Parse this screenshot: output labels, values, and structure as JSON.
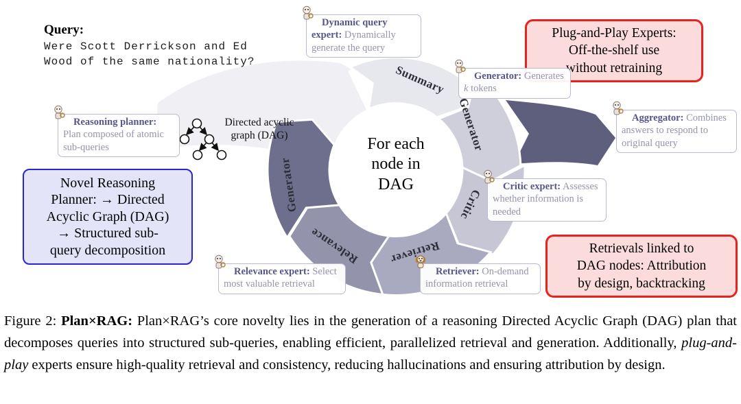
{
  "query": {
    "label": "Query:",
    "lines": [
      "Were Scott Derrickson and Ed",
      "Wood of the same nationality?"
    ]
  },
  "dag_legend": {
    "lines": [
      "Directed acyclic",
      "graph (DAG)"
    ]
  },
  "ring": {
    "center_lines": [
      "For each",
      "node in",
      "DAG"
    ],
    "segments": [
      {
        "label": "Summary",
        "color": "#e7e7ee"
      },
      {
        "label": "Generator",
        "color": "#cfcfdc"
      },
      {
        "label": "Critic",
        "color": "#c6c6d5"
      },
      {
        "label": "Retriever",
        "color": "#a9a9bf"
      },
      {
        "label": "Relevance",
        "color": "#9393ac"
      },
      {
        "label": "Generator",
        "color": "#6e6e8d"
      }
    ]
  },
  "experts": [
    {
      "id": "dynamic-query",
      "icon": "robot",
      "title": "Dynamic query expert:",
      "body": "Dynamically generate the query"
    },
    {
      "id": "generator",
      "icon": "robot",
      "title": "Generator:",
      "body": "Generates k tokens",
      "body_parts": [
        "Generates ",
        "k",
        " tokens"
      ]
    },
    {
      "id": "aggregator",
      "icon": "robot",
      "title": "Aggregator:",
      "body": "Combines answers to respond to original query"
    },
    {
      "id": "critic",
      "icon": "robot",
      "title": "Critic expert:",
      "body": "Assesses whether information is needed"
    },
    {
      "id": "retriever",
      "icon": "dog",
      "title": "Retriever:",
      "body": "On-demand information retrieval"
    },
    {
      "id": "relevance",
      "icon": "robot",
      "title": "Relevance expert:",
      "body": "Select most valuable retrieval"
    },
    {
      "id": "planner",
      "icon": "robot",
      "title": "Reasoning planner:",
      "body": "Plan composed of atomic sub-queries"
    }
  ],
  "callouts": {
    "plug_play": {
      "lines": [
        "Plug-and-Play Experts:",
        "Off-the-shelf use",
        "without retraining"
      ]
    },
    "retrievals": {
      "lines": [
        "Retrievals linked to",
        "DAG nodes: Attribution",
        "by design, backtracking"
      ]
    },
    "novel_planner": {
      "lines": [
        "Novel Reasoning",
        "Planner: → Directed",
        "Acyclic Graph (DAG)",
        "→ Structured sub-",
        "query decomposition"
      ]
    }
  },
  "caption": {
    "prefix": "Figure 2: ",
    "bold": "Plan×RAG:",
    "middle": " Plan×RAG’s core novelty lies in the generation of a reasoning Directed Acyclic Graph (DAG) plan that decomposes queries into structured sub-queries, enabling efficient, parallelized retrieval and generation. Additionally, ",
    "italic": "plug-and-play",
    "suffix": " experts ensure high-quality retrieval and consistency, reducing hallucinations and ensuring attribution by design."
  },
  "colors": {
    "expert_border": "#b9b9d0",
    "expert_title": "#56568a",
    "expert_body": "#9595ab",
    "ring_label": "#2e2e38",
    "arrow": "#5e5e7d",
    "swoosh": "#f0f0f4",
    "red_box_bg": "#fbdbdb",
    "red_box_border": "#e8221c",
    "blue_box_bg": "#e4e4f9",
    "blue_box_border": "#2626d8"
  }
}
